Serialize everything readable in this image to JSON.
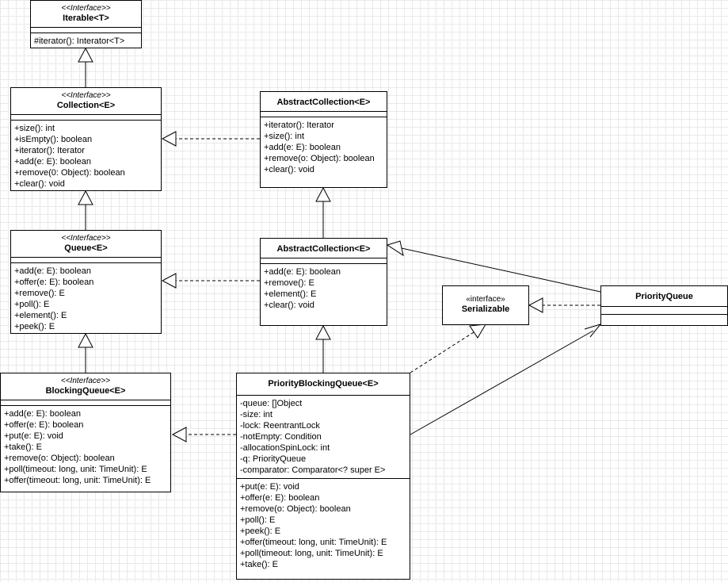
{
  "classes": {
    "iterable": {
      "stereotype": "<<Interface>>",
      "name": "Iterable<T>",
      "methods": [
        "#iterator(): Interator<T>"
      ]
    },
    "collection": {
      "stereotype": "<<Interface>>",
      "name": "Collection<E>",
      "methods": [
        "+size(): int",
        "+isEmpty(): boolean",
        "+iterator(): Iterator",
        "+add(e: E): boolean",
        "+remove(0: Object): boolean",
        "+clear(): void"
      ]
    },
    "abstract_collection": {
      "name": "AbstractCollection<E>",
      "methods": [
        "+iterator(): Iterator",
        "+size(): int",
        "+add(e: E): boolean",
        "+remove(o: Object): boolean",
        "+clear(): void"
      ]
    },
    "queue": {
      "stereotype": "<<Interface>>",
      "name": "Queue<E>",
      "methods": [
        "+add(e: E): boolean",
        "+offer(e: E): boolean",
        "+remove(): E",
        "+poll(): E",
        "+element(): E",
        "+peek(): E"
      ]
    },
    "abstract_queue": {
      "name": "AbstractCollection<E>",
      "methods": [
        "+add(e: E): boolean",
        "+remove(): E",
        "+element(): E",
        "+clear(): void"
      ]
    },
    "serializable": {
      "stereotype": "«interface»",
      "name": "Serializable"
    },
    "priority_queue": {
      "name": "PriorityQueue"
    },
    "blocking_queue": {
      "stereotype": "<<Interface>>",
      "name": "BlockingQueue<E>",
      "methods": [
        "+add(e: E): boolean",
        "+offer(e: E): boolean",
        "+put(e: E): void",
        "+take(): E",
        "+remove(o: Object): boolean",
        "+poll(timeout: long, unit: TimeUnit): E",
        "+offer(timeout: long, unit: TimeUnit): E"
      ]
    },
    "priority_blocking_queue": {
      "name": "PriorityBlockingQueue<E>",
      "fields": [
        "-queue: []Object",
        "-size: int",
        "-lock: ReentrantLock",
        "-notEmpty: Condition",
        "-allocationSpinLock: int",
        "-q: PriorityQueue",
        "-comparator: Comparator<? super E>"
      ],
      "methods": [
        "+put(e: E): void",
        "+offer(e: E): boolean",
        "+remove(o: Object): boolean",
        "+poll(): E",
        "+peek(): E",
        "+offer(timeout: long, unit: TimeUnit): E",
        "+poll(timeout: long, unit: TimeUnit): E",
        "+take(): E"
      ]
    }
  }
}
